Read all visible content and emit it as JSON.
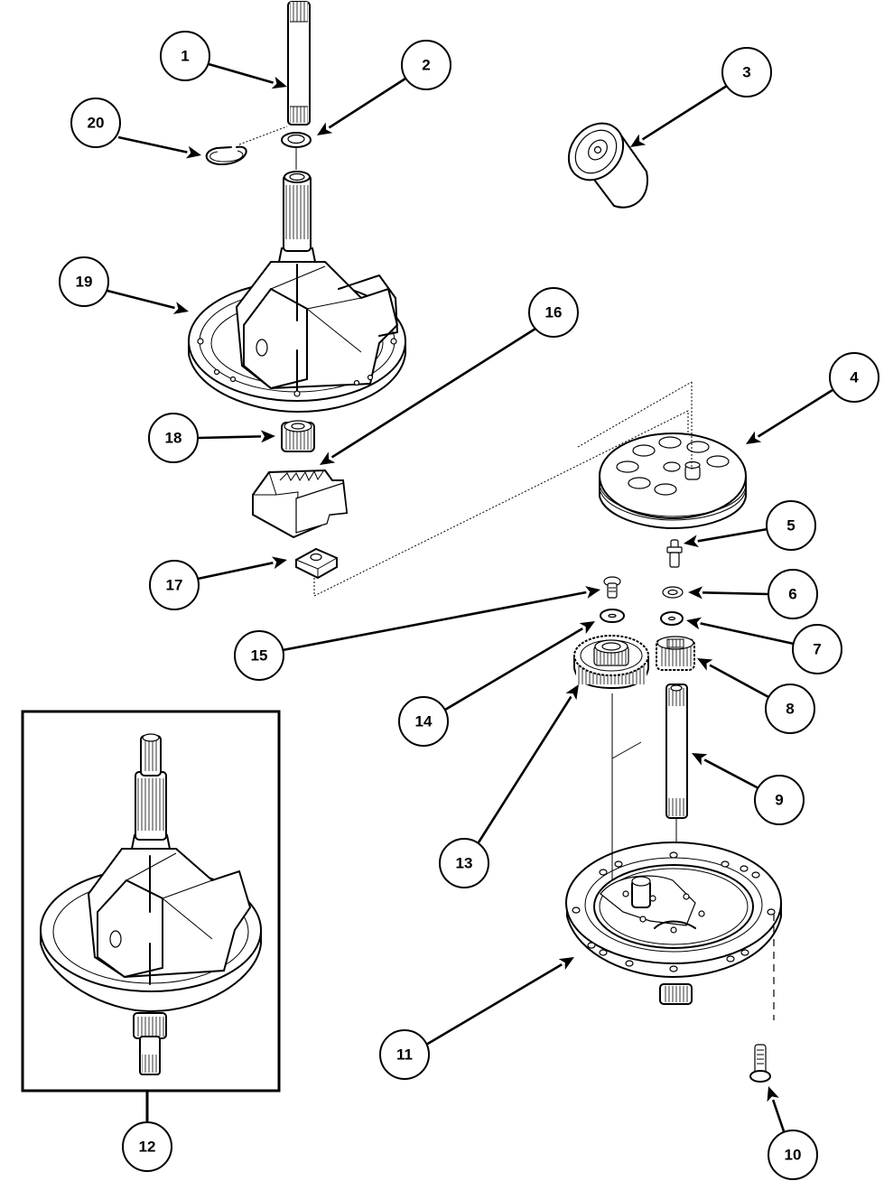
{
  "diagram": {
    "type": "exploded-parts-diagram",
    "subject": "Washer transmission assembly",
    "inset_label": "12",
    "callouts": [
      {
        "id": "1",
        "label": "1",
        "part": "shaft-upper"
      },
      {
        "id": "2",
        "label": "2",
        "part": "seal-ring"
      },
      {
        "id": "3",
        "label": "3",
        "part": "oil-can"
      },
      {
        "id": "4",
        "label": "4",
        "part": "pulley-gear-carrier"
      },
      {
        "id": "5",
        "label": "5",
        "part": "stud"
      },
      {
        "id": "6",
        "label": "6",
        "part": "lock-washer"
      },
      {
        "id": "7",
        "label": "7",
        "part": "washer"
      },
      {
        "id": "8",
        "label": "8",
        "part": "pinion-gear"
      },
      {
        "id": "9",
        "label": "9",
        "part": "shaft-lower"
      },
      {
        "id": "10",
        "label": "10",
        "part": "bolt"
      },
      {
        "id": "11",
        "label": "11",
        "part": "base-plate"
      },
      {
        "id": "12",
        "label": "12",
        "part": "transmission-assembly-complete"
      },
      {
        "id": "13",
        "label": "13",
        "part": "main-gear"
      },
      {
        "id": "14",
        "label": "14",
        "part": "washer"
      },
      {
        "id": "15",
        "label": "15",
        "part": "screw"
      },
      {
        "id": "16",
        "label": "16",
        "part": "rack"
      },
      {
        "id": "17",
        "label": "17",
        "part": "slide-block"
      },
      {
        "id": "18",
        "label": "18",
        "part": "spline-gear"
      },
      {
        "id": "19",
        "label": "19",
        "part": "transmission-housing"
      },
      {
        "id": "20",
        "label": "20",
        "part": "retaining-ring"
      }
    ]
  }
}
